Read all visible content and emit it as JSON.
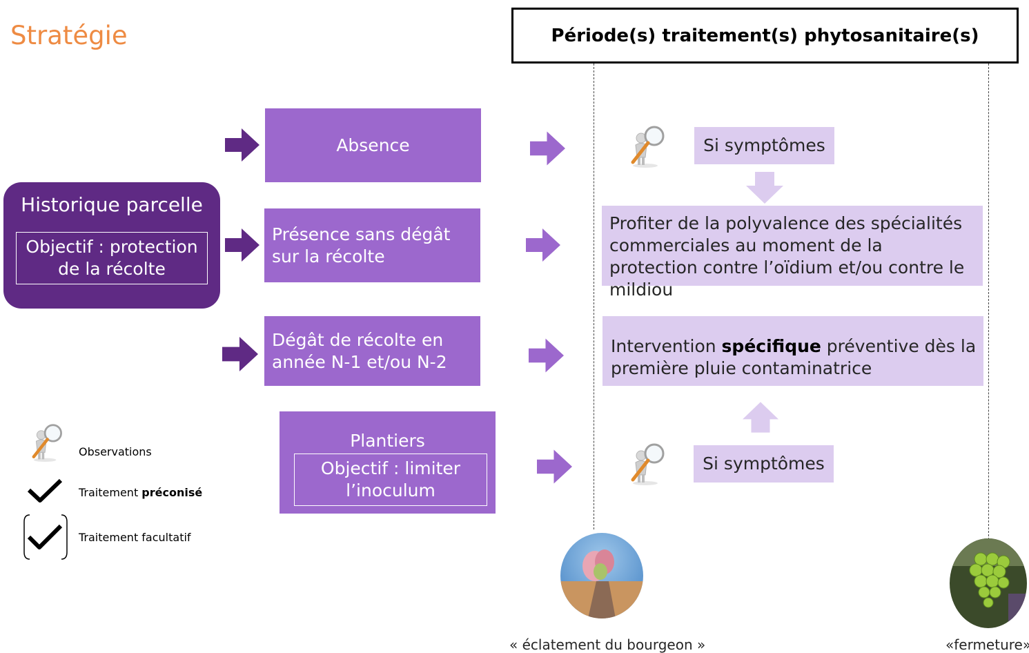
{
  "title": "Stratégie",
  "period_header": "Période(s) traitement(s) phytosanitaire(s)",
  "historique": {
    "title": "Historique parcelle",
    "objective": "Objectif : protection de la récolte"
  },
  "cases": {
    "absence": "Absence",
    "presence": "Présence sans dégât sur la récolte",
    "degat": "Dégât de récolte en année N-1 et/ou N-2",
    "plantiers_title": "Plantiers",
    "plantiers_objective": "Objectif : limiter l’inoculum"
  },
  "actions": {
    "symptoms_top": "Si symptômes",
    "symptoms_bottom": "Si symptômes",
    "profiter": "Profiter de la polyvalence des spécialités commerciales au moment de la protection contre l’oïdium et/ou contre le mildiou",
    "intervention_before": "Intervention ",
    "intervention_bold": "spécifique",
    "intervention_after": " préventive dès la première pluie contaminatrice"
  },
  "legend": {
    "observations": "Observations",
    "preconise_prefix": "Traitement ",
    "preconise_bold": "préconisé",
    "facultatif": "Traitement facultatif"
  },
  "stages": {
    "start": "« éclatement du bourgeon »",
    "end": "«fermeture»"
  },
  "colors": {
    "title": "#ee8b43",
    "purple": "#9c68cd",
    "dark_purple": "#5f2a84",
    "lilac": "#dcccef"
  },
  "icons": [
    "magnifier-figure-icon",
    "check-icon",
    "bracketed-check-icon",
    "arrow-right-icon",
    "arrow-down-icon",
    "arrow-up-icon"
  ]
}
